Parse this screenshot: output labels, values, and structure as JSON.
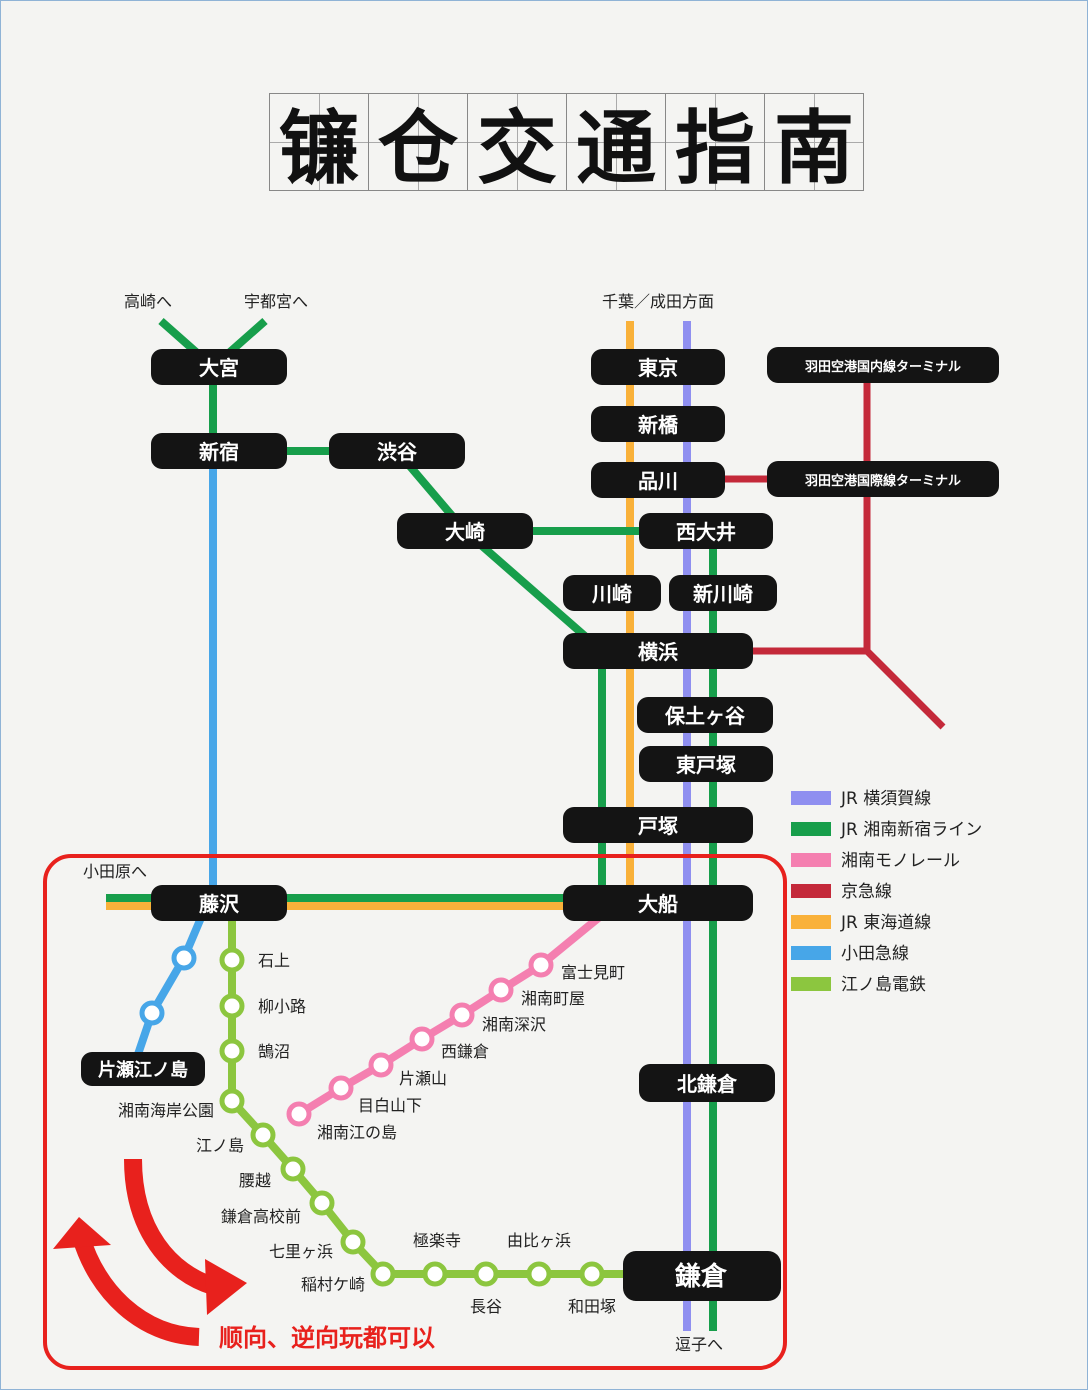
{
  "title_chars": [
    "镰",
    "仓",
    "交",
    "通",
    "指",
    "南"
  ],
  "colors": {
    "yokosuka": "#8f8ff0",
    "shonan_shinjuku": "#179e4b",
    "monorail": "#f47fb0",
    "keikyu": "#c4293a",
    "tokaido": "#f9b13a",
    "odakyu": "#47a6e8",
    "enoden": "#8cc63f",
    "station_bg": "#141414",
    "highlight": "#e8211d"
  },
  "stations": {
    "omiya": "大宮",
    "shinjuku": "新宿",
    "shibuya": "渋谷",
    "osaki": "大崎",
    "tokyo": "東京",
    "shimbashi": "新橋",
    "shinagawa": "品川",
    "nishioi": "西大井",
    "kawasaki": "川崎",
    "shinkawasaki": "新川崎",
    "yokohama": "横浜",
    "hodogaya": "保土ヶ谷",
    "higashitotsuka": "東戸塚",
    "totsuka": "戸塚",
    "fujisawa": "藤沢",
    "ofuna": "大船",
    "kitakamakura": "北鎌倉",
    "kamakura": "鎌倉",
    "katase": "片瀬江ノ島",
    "haneda_domestic": "羽田空港国内線ターミナル",
    "haneda_intl": "羽田空港国際線ターミナル"
  },
  "directions": {
    "takasaki": "高崎へ",
    "utsunomiya": "宇都宮へ",
    "chiba": "千葉／成田方面",
    "odawara": "小田原へ",
    "zushi": "逗子へ"
  },
  "enoden_stops": {
    "ishigami": "石上",
    "yanagikoji": "柳小路",
    "kugenuma": "鵠沼",
    "shonankaigan": "湘南海岸公園",
    "enoshima": "江ノ島",
    "koshigoe": "腰越",
    "kamakurakoko": "鎌倉高校前",
    "shichirigahama": "七里ヶ浜",
    "inamuragasaki": "稲村ケ崎",
    "gokurakuji": "極楽寺",
    "hase": "長谷",
    "yuigahama": "由比ヶ浜",
    "wadazuka": "和田塚"
  },
  "monorail_stops": {
    "fujimicho": "富士見町",
    "shonanmachiya": "湘南町屋",
    "shonanfukasawa": "湘南深沢",
    "nishikamakura": "西鎌倉",
    "kataseyama": "片瀬山",
    "mejiroyamashita": "目白山下",
    "shonanenoshima": "湘南江の島"
  },
  "legend": [
    {
      "label": "JR 横須賀線",
      "color": "#8f8ff0"
    },
    {
      "label": "JR 湘南新宿ライン",
      "color": "#179e4b"
    },
    {
      "label": "湘南モノレール",
      "color": "#f47fb0"
    },
    {
      "label": "京急線",
      "color": "#c4293a"
    },
    {
      "label": "JR 東海道線",
      "color": "#f9b13a"
    },
    {
      "label": "小田急線",
      "color": "#47a6e8"
    },
    {
      "label": "江ノ島電鉄",
      "color": "#8cc63f"
    }
  ],
  "note": "顺向、逆向玩都可以"
}
